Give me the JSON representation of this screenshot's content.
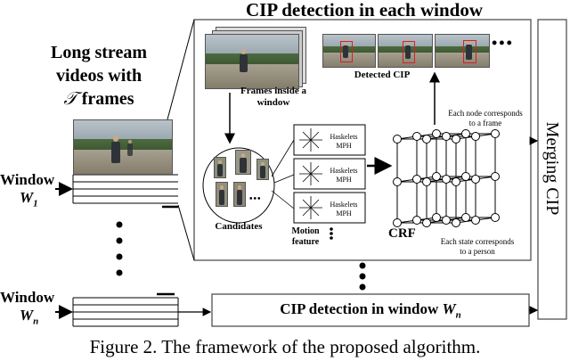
{
  "title": "CIP detection in each window",
  "left": {
    "heading": [
      "Long stream",
      "videos with",
      "frames"
    ],
    "tau": "𝒯",
    "window1": {
      "label": "Window",
      "sym": "W",
      "sub": "1"
    },
    "windown": {
      "label": "Window",
      "sym": "W",
      "sub": "n"
    }
  },
  "frames_caption": [
    "Frames inside a",
    "window"
  ],
  "detected_caption": "Detected CIP",
  "candidates_caption": "Candidates",
  "feature_boxes": [
    {
      "l1": "Haskelets",
      "l2": "MPH"
    },
    {
      "l1": "Haskelets",
      "l2": "MPH"
    },
    {
      "l1": "Haskelets",
      "l2": "MPH"
    }
  ],
  "motion_caption": [
    "Motion",
    "feature"
  ],
  "crf_label": "CRF",
  "node_note": [
    "Each node corresponds",
    "to a frame"
  ],
  "state_note": [
    "Each state corresponds",
    "to a person"
  ],
  "merge_label": "Merging CIP",
  "bottom_box": {
    "text": "CIP detection in window ",
    "sym": "W",
    "sub": "n"
  },
  "figure_caption": "Figure 2. The framework of the proposed algorithm.",
  "ellipsis": "•••",
  "ellipsis_small": "•••",
  "colors": {
    "line": "#000000",
    "box_border": "#444444",
    "highlight": "#d92020"
  }
}
